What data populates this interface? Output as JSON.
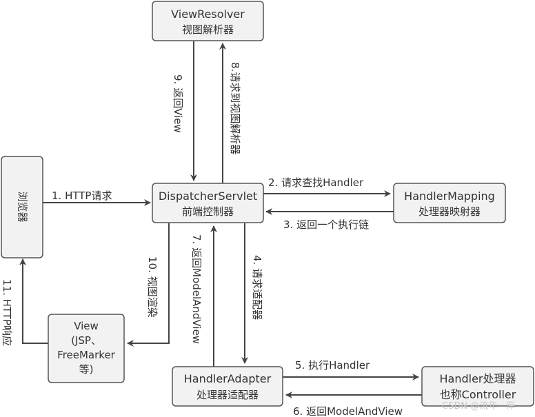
{
  "nodes": {
    "view_resolver": {
      "line1": "ViewResolver",
      "line2": "视图解析器"
    },
    "browser": {
      "label": "浏览器"
    },
    "dispatcher": {
      "line1": "DispatcherServlet",
      "line2": "前端控制器"
    },
    "handler_mapping": {
      "line1": "HandlerMapping",
      "line2": "处理器映射器"
    },
    "view": {
      "line1": "View",
      "line2": "(JSP、",
      "line3": "FreeMarker",
      "line4": "等)"
    },
    "handler_adapter": {
      "line1": "HandlerAdapter",
      "line2": "处理器适配器"
    },
    "handler": {
      "line1": "Handler处理器",
      "line2": "也称Controller"
    }
  },
  "edges": {
    "e1": "1. HTTP请求",
    "e2": "2. 请求查找Handler",
    "e3": "3. 返回一个执行链",
    "e4": "4. 请求适配器",
    "e5": "5. 执行Handler",
    "e6": "6. 返回ModelAndView",
    "e7": "7. 返回ModelAndView",
    "e8": "8.请求到视图解析器",
    "e9": "9. 返回View",
    "e10": "10. 视图渲染",
    "e11": "11. HTTP响应"
  },
  "watermark": "CSDN @流年一岸",
  "colors": {
    "box_fill": "#f2f2f2",
    "box_stroke": "#555555",
    "arrow": "#444444",
    "text": "#333333"
  }
}
